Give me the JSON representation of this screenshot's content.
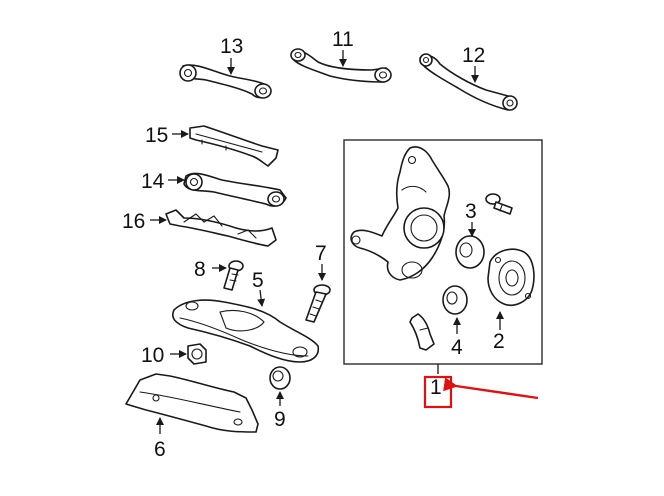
{
  "colors": {
    "line": "#1a1a1a",
    "highlight": "#e01010",
    "background": "#ffffff"
  },
  "labels": {
    "l1": "1",
    "l2": "2",
    "l3": "3",
    "l4": "4",
    "l5": "5",
    "l6": "6",
    "l7": "7",
    "l8": "8",
    "l9": "9",
    "l10": "10",
    "l11": "11",
    "l12": "12",
    "l13": "13",
    "l14": "14",
    "l15": "15",
    "l16": "16"
  },
  "highlighted_part": "1"
}
